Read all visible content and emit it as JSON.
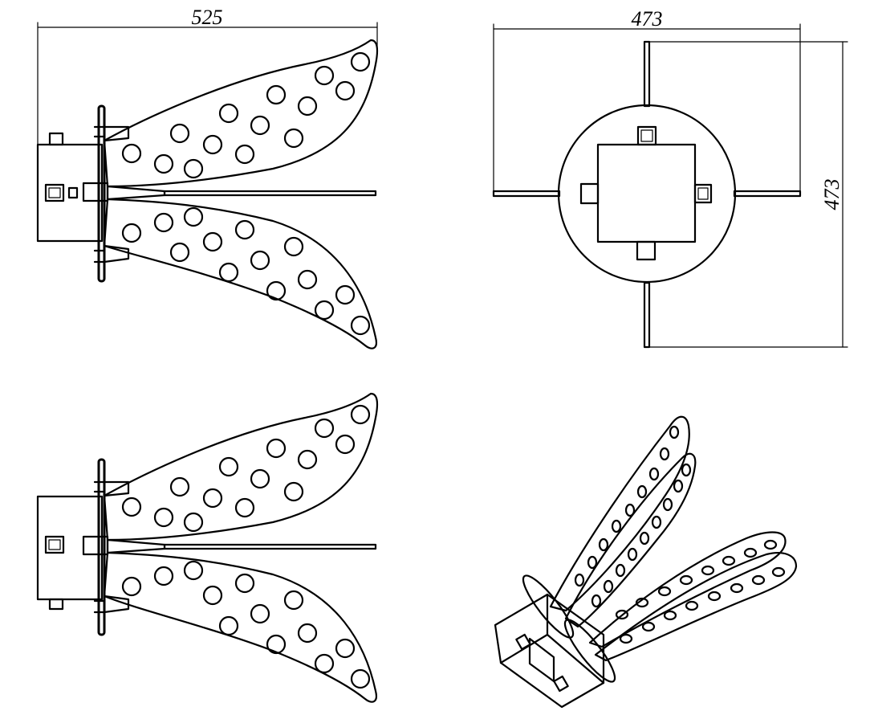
{
  "drawing": {
    "views": {
      "front": {
        "width_label": "525"
      },
      "top": {
        "width_label": "473",
        "height_label": "473"
      },
      "side": {},
      "isometric": {}
    }
  }
}
